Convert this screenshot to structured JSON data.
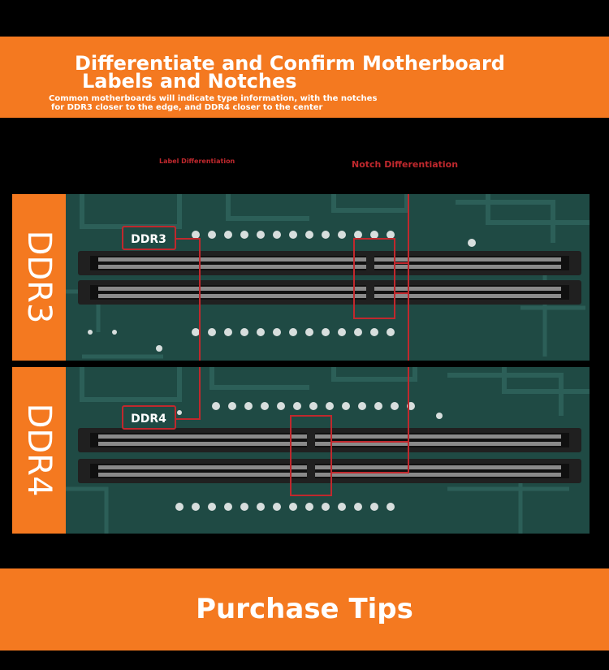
{
  "header": {
    "title_line1": "Differentiate and Confirm Motherboard",
    "title_line2": "Labels and Notches",
    "subtitle_line1": "Common motherboards will indicate type information, with the notches",
    "subtitle_line2": "for DDR3 closer to the edge, and DDR4 closer to the center"
  },
  "callouts": {
    "label": "Label Differentiation",
    "notch": "Notch Differentiation"
  },
  "panels": [
    {
      "side_label": "DDR3",
      "board_label": "DDR3"
    },
    {
      "side_label": "DDR4",
      "board_label": "DDR4"
    }
  ],
  "footer": {
    "title": "Purchase Tips"
  },
  "colors": {
    "orange": "#f47920",
    "pcb_green": "#1f4a44",
    "callout_red": "#c0282d",
    "background": "#000000"
  }
}
